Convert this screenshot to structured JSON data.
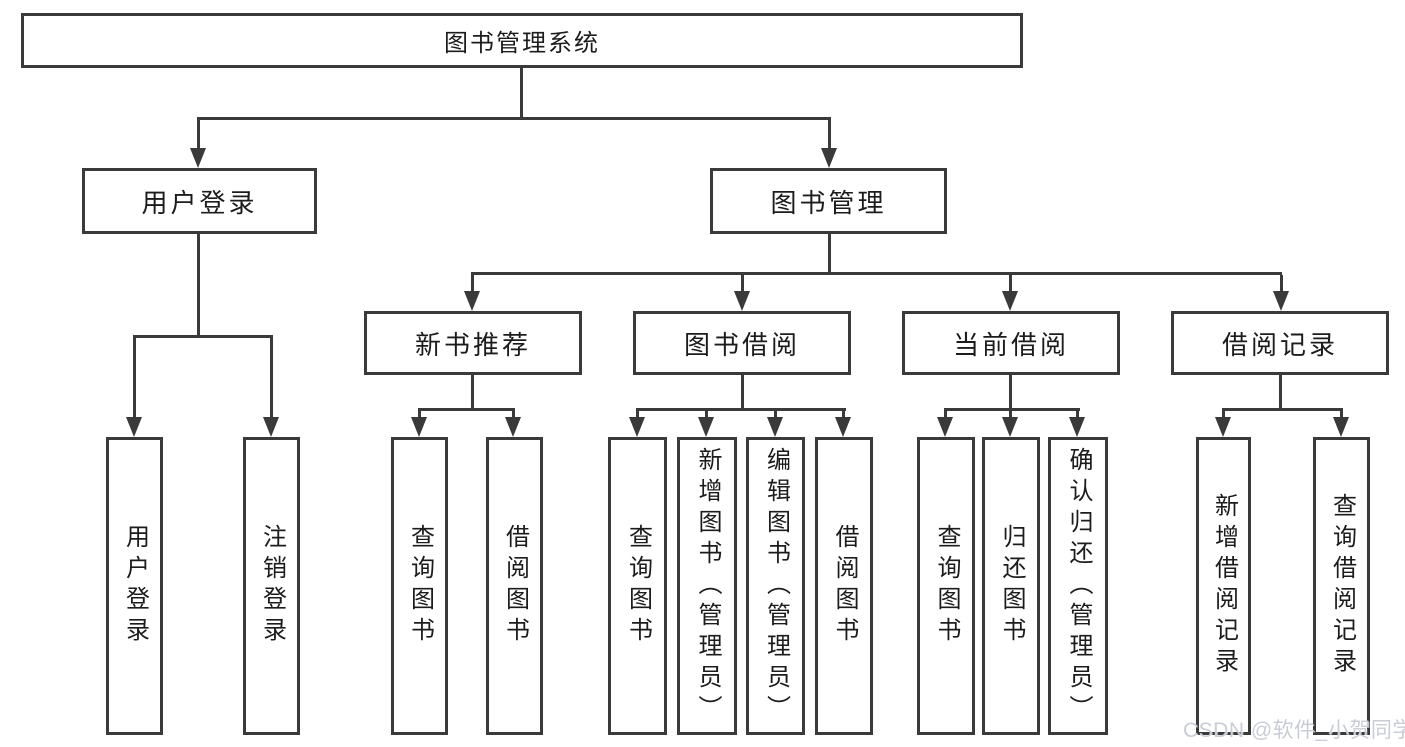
{
  "watermark": "CSDN @软件_小贺同学",
  "colors": {
    "line": "#3a3a3a",
    "text": "#1c1c1c",
    "background": "#ffffff",
    "watermark": "#c8cdd7"
  },
  "tree": {
    "root": "图书管理系统",
    "branches": [
      {
        "label": "用户登录",
        "leaves": [
          "用户登录",
          "注销登录"
        ]
      },
      {
        "label": "图书管理",
        "groups": [
          {
            "label": "新书推荐",
            "leaves": [
              "查询图书",
              "借阅图书"
            ]
          },
          {
            "label": "图书借阅",
            "leaves": [
              "查询图书",
              "新增图书（管理员）",
              "编辑图书（管理员）",
              "借阅图书"
            ]
          },
          {
            "label": "当前借阅",
            "leaves": [
              "查询图书",
              "归还图书",
              "确认归还（管理员）"
            ]
          },
          {
            "label": "借阅记录",
            "leaves": [
              "新增借阅记录",
              "查询借阅记录"
            ]
          }
        ]
      }
    ]
  }
}
